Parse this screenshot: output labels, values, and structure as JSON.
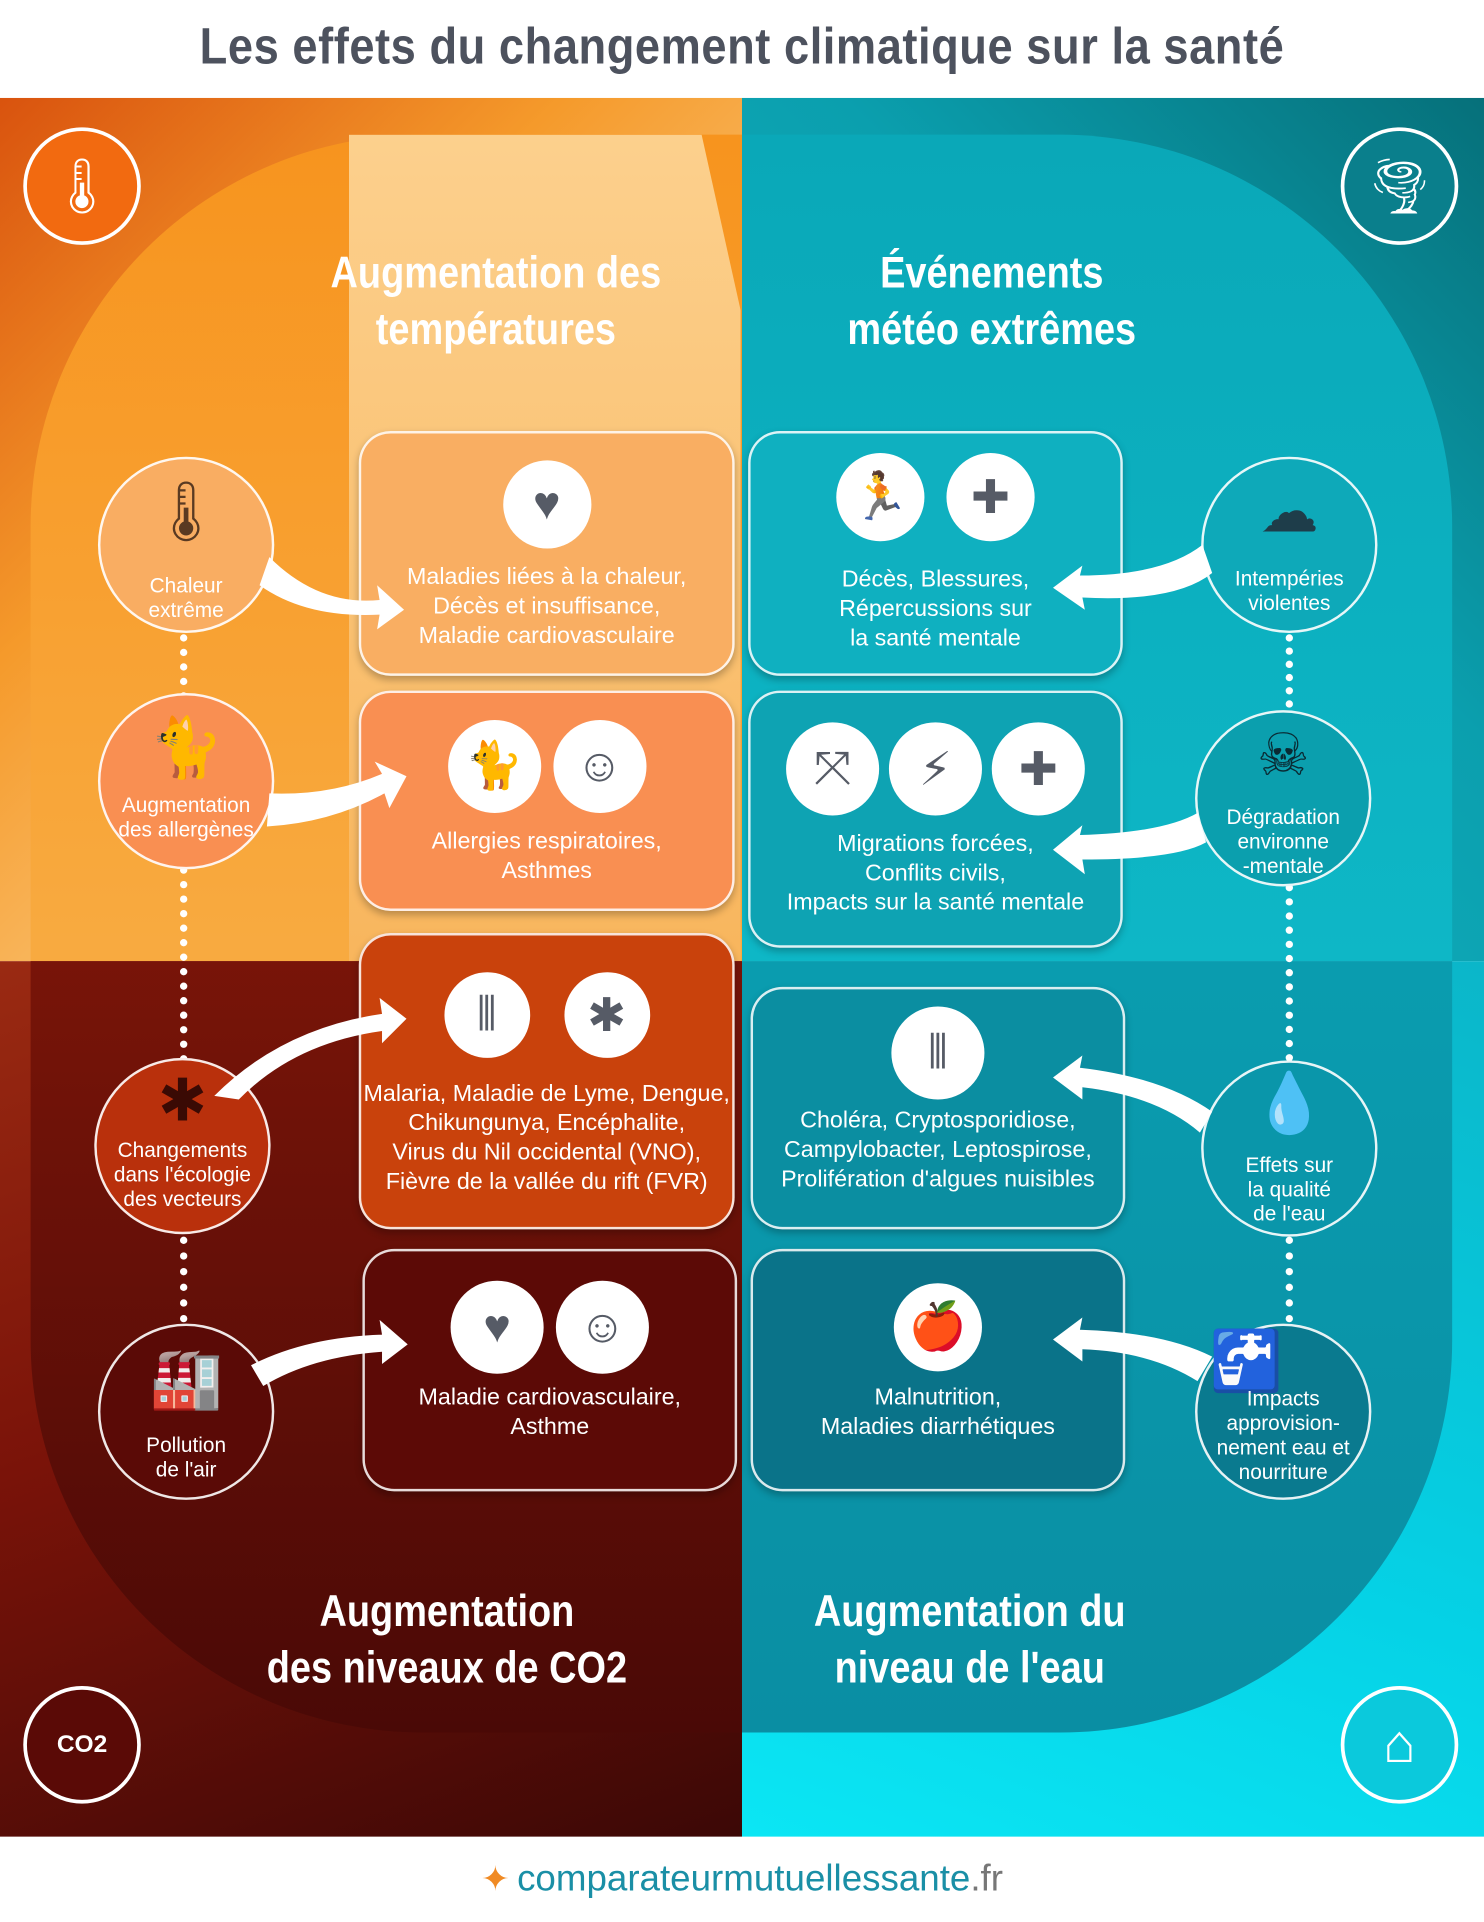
{
  "title": "Les effets du changement climatique sur la santé",
  "quadrants": {
    "temperature": {
      "heading": [
        "Augmentation des",
        "températures"
      ],
      "color": "#f59a2b",
      "icon": "thermometer-snowflake-icon"
    },
    "weather": {
      "heading": [
        "Événements",
        "météo extrêmes"
      ],
      "color": "#0b9fae",
      "icon": "tornado-icon"
    },
    "co2": {
      "heading": [
        "Augmentation",
        "des niveaux de CO2"
      ],
      "color": "#7a1309",
      "icon": "co2-cloud-icon",
      "icon_text": "CO2"
    },
    "water": {
      "heading": [
        "Augmentation du",
        "niveau de l'eau"
      ],
      "color": "#05d2e6",
      "icon": "flooded-house-icon"
    }
  },
  "left_nodes": [
    {
      "label": [
        "Chaleur",
        "extrême"
      ],
      "icon": "thermometer-icon"
    },
    {
      "label": [
        "Augmentation",
        "des allergènes"
      ],
      "icon": "allergens-icon"
    },
    {
      "label": [
        "Changements",
        "dans l'écologie",
        "des vecteurs"
      ],
      "icon": "mosquito-icon"
    },
    {
      "label": [
        "Pollution",
        "de l'air"
      ],
      "icon": "factory-icon"
    }
  ],
  "right_nodes": [
    {
      "label": [
        "Intempéries",
        "violentes"
      ],
      "icon": "storm-icon"
    },
    {
      "label": [
        "Dégradation",
        "environne",
        "-mentale"
      ],
      "icon": "skull-earth-icon"
    },
    {
      "label": [
        "Effets sur",
        "la qualité",
        "de l'eau"
      ],
      "icon": "water-drop-icon"
    },
    {
      "label": [
        "Impacts",
        "approvision-",
        "nement eau et",
        "nourriture"
      ],
      "icon": "faucet-icon"
    }
  ],
  "left_boxes": [
    {
      "text": [
        "Maladies liées à la chaleur,",
        "Décès et insuffisance,",
        "Maladie cardiovasculaire"
      ],
      "icons": [
        "heart-pulse-icon"
      ]
    },
    {
      "text": [
        "Allergies respiratoires,",
        "Asthmes"
      ],
      "icons": [
        "allergens-icon",
        "inhaler-icon"
      ]
    },
    {
      "text": [
        "Malaria, Maladie de Lyme, Dengue,",
        "Chikungunya, Encéphalite,",
        "Virus du Nil occidental (VNO),",
        "Fièvre de la vallée du rift (FVR)"
      ],
      "icons": [
        "bacteria-icon",
        "mosquito-icon"
      ]
    },
    {
      "text": [
        "Maladie cardiovasculaire,",
        "Asthme"
      ],
      "icons": [
        "heart-pulse-icon",
        "inhaler-icon"
      ]
    }
  ],
  "right_boxes": [
    {
      "text": [
        "Décès, Blessures,",
        "Répercussions sur",
        "la santé mentale"
      ],
      "icons": [
        "falling-person-icon",
        "mental-health-icon"
      ]
    },
    {
      "text": [
        "Migrations forcées,",
        "Conflits civils,",
        "Impacts sur la santé mentale"
      ],
      "icons": [
        "migration-icon",
        "conflict-icon",
        "mental-health-icon"
      ]
    },
    {
      "text": [
        "Choléra, Cryptosporidiose,",
        "Campylobacter, Leptospirose,",
        "Prolifération d'algues nuisibles"
      ],
      "icons": [
        "bacteria-icon"
      ]
    },
    {
      "text": [
        "Malnutrition,",
        "Maladies diarrhétiques"
      ],
      "icons": [
        "apple-icon"
      ]
    }
  ],
  "footer": {
    "site": "comparateurmutuellessante",
    "tld": ".fr"
  }
}
